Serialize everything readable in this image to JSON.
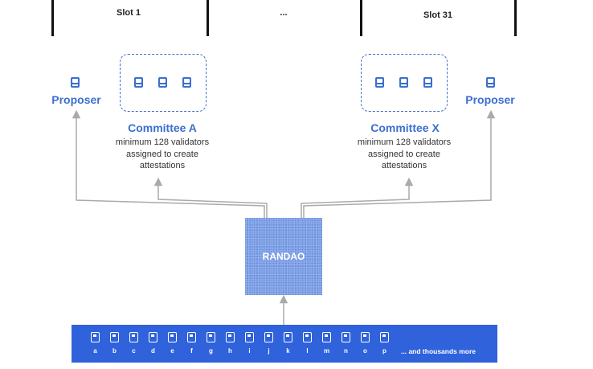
{
  "slots": {
    "slot1_label": "Slot 1",
    "middle_label": "...",
    "slot31_label": "Slot 31"
  },
  "left": {
    "proposer_label": "Proposer",
    "committee_title": "Committee A",
    "committee_desc_1": "minimum 128 validators",
    "committee_desc_2": "assigned to create",
    "committee_desc_3": "attestations"
  },
  "right": {
    "proposer_label": "Proposer",
    "committee_title": "Committee X",
    "committee_desc_1": "minimum 128 validators",
    "committee_desc_2": "assigned to create",
    "committee_desc_3": "attestations"
  },
  "randao": {
    "label": "RANDAO"
  },
  "pool": {
    "letters": [
      "a",
      "b",
      "c",
      "d",
      "e",
      "f",
      "g",
      "h",
      "i",
      "j",
      "k",
      "l",
      "m",
      "n",
      "o",
      "p"
    ],
    "more_label": "... and thousands more"
  },
  "colors": {
    "accent": "#3c6fcf",
    "pool_bg": "#2f62db",
    "randao_bg": "#7a9de6",
    "arrow": "#aaaaaa"
  }
}
